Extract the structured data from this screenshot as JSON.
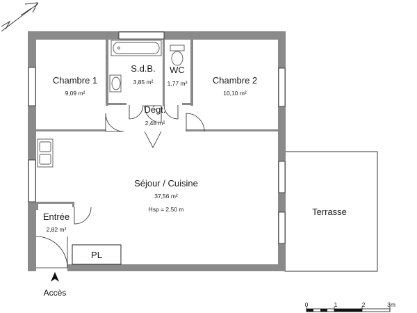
{
  "rooms": {
    "chambre1": {
      "name": "Chambre 1",
      "area": "9,09 m²"
    },
    "sdb": {
      "name": "S.d.B.",
      "area": "3,85 m²"
    },
    "wc": {
      "name": "WC",
      "area": "1,77 m²"
    },
    "chambre2": {
      "name": "Chambre 2",
      "area": "10,10 m²"
    },
    "degt": {
      "name": "Dégt.",
      "area": "2,48 m²"
    },
    "sejour": {
      "name": "Séjour / Cuisine",
      "area": "37,56 m²",
      "note": "Hsp = 2,50 m"
    },
    "entree": {
      "name": "Entrée",
      "area": "2,82 m²"
    },
    "pl": {
      "name": "PL"
    },
    "terrasse": {
      "name": "Terrasse"
    }
  },
  "access": {
    "label": "Accès"
  },
  "scale": {
    "ticks": [
      "0",
      "1",
      "2",
      "3m"
    ]
  },
  "colors": {
    "wall": "#8a8a8a",
    "line": "#222222",
    "fixture": "#555555"
  },
  "icons": [
    "north-arrow-icon",
    "access-arrow-icon",
    "bathtub-icon",
    "sink-icon",
    "toilet-icon",
    "kitchen-sink-icon"
  ]
}
